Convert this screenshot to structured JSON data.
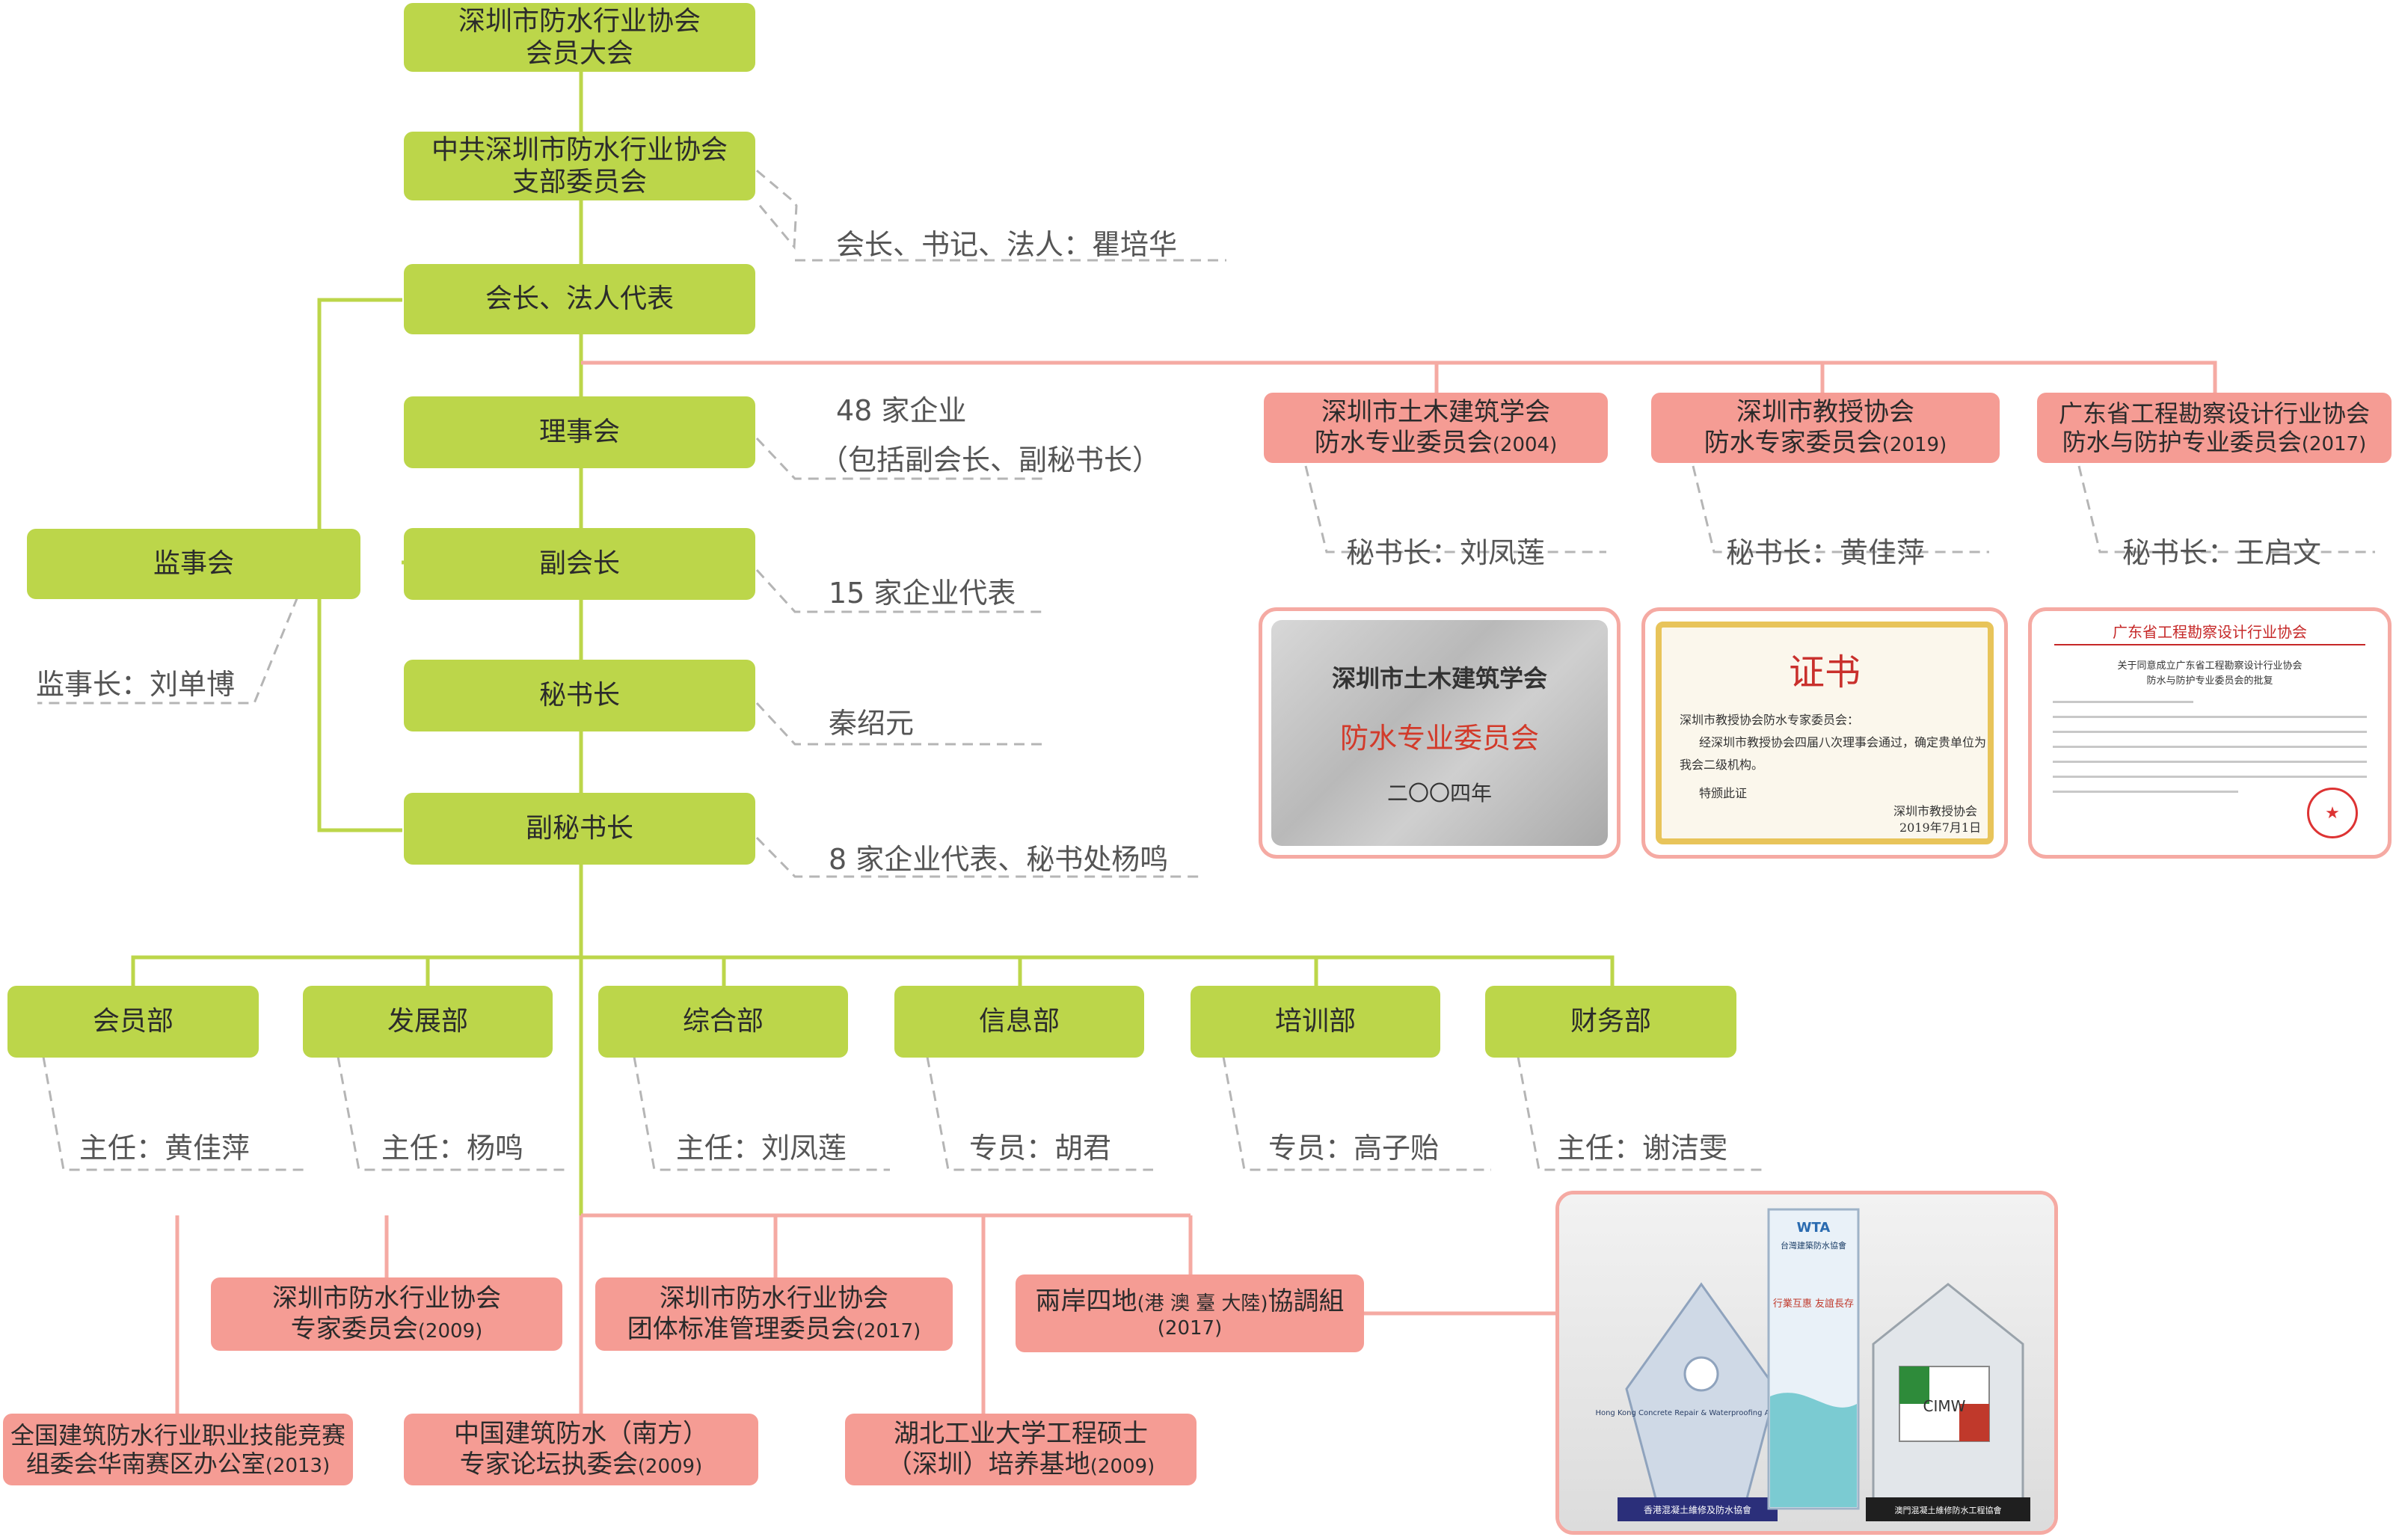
{
  "top": {
    "line1": "深圳市防水行业协会",
    "line2": "会员大会"
  },
  "party": {
    "line1": "中共深圳市防水行业协会",
    "line2": "支部委员会"
  },
  "president": {
    "label": "会长、法人代表",
    "note": "会长、书记、法人：瞿培华"
  },
  "council": {
    "label": "理事会",
    "note1": "48 家企业",
    "note2": "（包括副会长、副秘书长）"
  },
  "vice_president": {
    "label": "副会长",
    "note": "15 家企业代表"
  },
  "secretary_general": {
    "label": "秘书长",
    "note": "秦绍元"
  },
  "deputy_secretary": {
    "label": "副秘书长",
    "note": "8 家企业代表、秘书处杨鸣"
  },
  "supervisors": {
    "label": "监事会",
    "note": "监事长：刘单博"
  },
  "committees": [
    {
      "line1": "深圳市土木建筑学会",
      "line2": "防水专业委员会",
      "year": "(2004)",
      "note": "秘书长：刘凤莲"
    },
    {
      "line1": "深圳市教授协会",
      "line2": "防水专家委员会",
      "year": "(2019)",
      "note": "秘书长：黄佳萍"
    },
    {
      "line1": "广东省工程勘察设计行业协会",
      "line2": "防水与防护专业委员会",
      "year": "(2017)",
      "note": "秘书长：王启文"
    }
  ],
  "certificates": {
    "c1": {
      "org": "深圳市土木建筑学会",
      "main": "防水专业委员会",
      "year": "二〇〇四年"
    },
    "c2": {
      "title": "证书",
      "line1": "深圳市教授协会防水专家委员会：",
      "line2": "经深圳市教授协会四届八次理事会通过，确定贵单位为",
      "line3": "我会二级机构。",
      "line4": "特颁此证",
      "issuer": "深圳市教授协会",
      "date": "2019年7月1日"
    },
    "c3": {
      "header": "广东省工程勘察设计行业协会",
      "title1": "关于同意成立广东省工程勘察设计行业协会",
      "title2": "防水与防护专业委员会的批复"
    }
  },
  "departments": [
    {
      "label": "会员部",
      "note": "主任：黄佳萍"
    },
    {
      "label": "发展部",
      "note": "主任：杨鸣"
    },
    {
      "label": "综合部",
      "note": "主任：刘凤莲"
    },
    {
      "label": "信息部",
      "note": "专员：胡君"
    },
    {
      "label": "培训部",
      "note": "专员：高子贻"
    },
    {
      "label": "财务部",
      "note": "主任：谢洁雯"
    }
  ],
  "bottom_units": {
    "expert": {
      "line1": "深圳市防水行业协会",
      "line2": "专家委员会",
      "year": "(2009)"
    },
    "standards": {
      "line1": "深圳市防水行业协会",
      "line2": "团体标准管理委员会",
      "year": "(2017)"
    },
    "cross_strait": {
      "prefix": "兩岸四地",
      "small": "(港 澳 臺 大陸)",
      "suffix": "協調組",
      "year": "(2017)"
    },
    "skills": {
      "line1": "全国建筑防水行业职业技能竞赛",
      "line2": "组委会华南赛区办公室",
      "year": "(2013)"
    },
    "forum": {
      "line1": "中国建筑防水（南方）",
      "line2": "专家论坛执委会",
      "year": "(2009)"
    },
    "hubei": {
      "line1": "湖北工业大学工程硕士",
      "line2": "（深圳）培养基地",
      "year": "(2009)"
    }
  },
  "trophies": {
    "hk_name": "Hong Kong Concrete Repair & Waterproofing Association",
    "hk_cn": "香港混凝土維修及防水協會",
    "wta_logo": "WTA",
    "wta_text": "台灣建築防水協會",
    "wta_motto": "行業互惠 友誼長存",
    "cimw": "CIMW",
    "macau_text": "澳門混凝土維修防水工程協會"
  },
  "colors": {
    "green": "#bcd64a",
    "pink": "#f59c94",
    "pink_line": "#f5aaa3",
    "note": "#555555"
  }
}
